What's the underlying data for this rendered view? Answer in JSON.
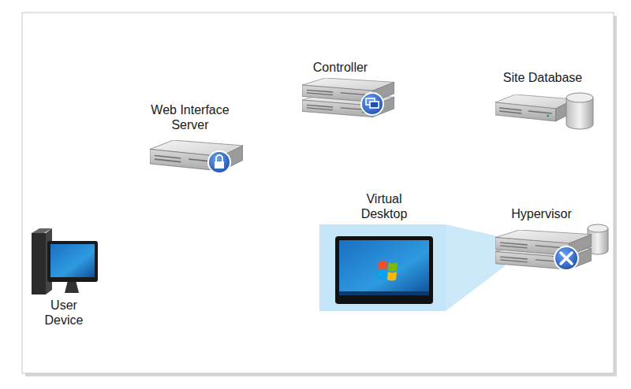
{
  "diagram": {
    "nodes": [
      {
        "text": [
          "Controller"
        ]
      },
      {
        "text": [
          "Site Database"
        ]
      },
      {
        "text": [
          "Web Interface Server"
        ]
      },
      {
        "text": [
          "Virtual Desktop"
        ]
      },
      {
        "text": [
          "Hypervisor"
        ]
      },
      {
        "text": [
          "User Device"
        ]
      }
    ],
    "edges": [
      {
        "from": 5,
        "to": 2,
        "arrow": "none"
      },
      {
        "from": 2,
        "to": 0,
        "arrow": "none"
      },
      {
        "from": 0,
        "to": 1,
        "arrow": "none"
      },
      {
        "from": 0,
        "to": 3,
        "arrow": "none"
      },
      {
        "from": 0,
        "to": 4,
        "arrow": "none"
      },
      {
        "from": 5,
        "to": 3,
        "arrow": "none"
      }
    ]
  }
}
